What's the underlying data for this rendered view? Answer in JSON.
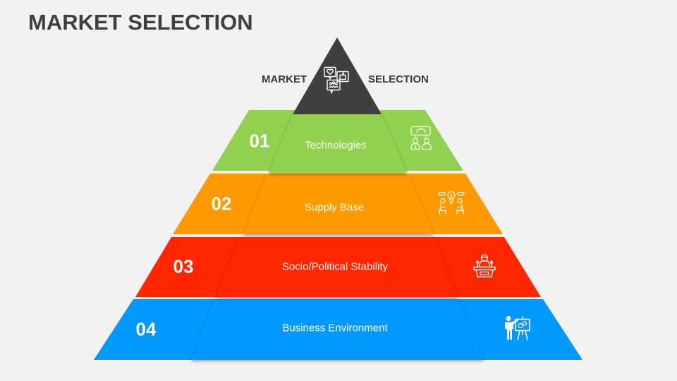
{
  "title": "MARKET SELECTION",
  "apex": {
    "left_label": "MARKET",
    "right_label": "SELECTION",
    "icon": "social-feedback-icon",
    "color": "#3f3f3f"
  },
  "levels": [
    {
      "number": "01",
      "label": "Technologies",
      "icon": "team-gear-discussion-icon",
      "color": "#92d050"
    },
    {
      "number": "02",
      "label": "Supply Base",
      "icon": "business-meeting-idea-icon",
      "color": "#ff9900"
    },
    {
      "number": "03",
      "label": "Socio/Political Stability",
      "icon": "speaker-podium-icon",
      "color": "#ff2600"
    },
    {
      "number": "04",
      "label": "Business Environment",
      "icon": "presenter-easel-icon",
      "color": "#0099ff"
    }
  ]
}
